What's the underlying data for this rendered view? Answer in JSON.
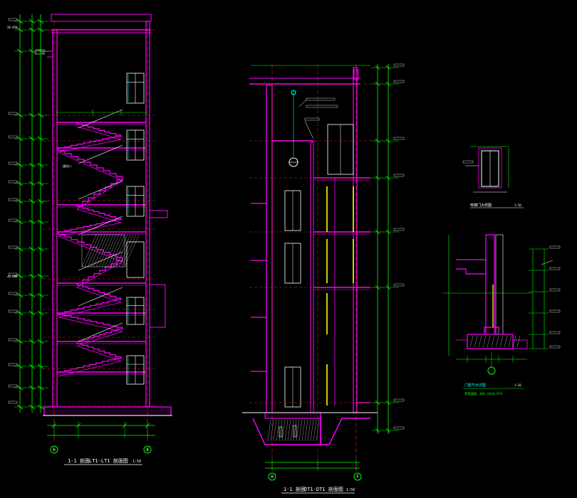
{
  "colors": {
    "background": "#000000",
    "wall": "#ff00ff",
    "dimension": "#00ff00",
    "axis": "#ff3333",
    "text": "#ffffff",
    "annotation": "#00ffff",
    "accent": "#ffff00"
  },
  "section_1": {
    "title": "1-1 剖面",
    "subtitle": "LT1-LT1 剖面图",
    "scale": "1:50",
    "axis_left": "6",
    "axis_right": "8",
    "elev_top": "20.850",
    "elev_mid": "±0.000",
    "note": "通风口"
  },
  "section_2": {
    "title": "1-1 剖面",
    "subtitle": "DT1-DT1 剖面图",
    "scale": "1:50",
    "axis_left": "H",
    "axis_right": "F"
  },
  "detail_1": {
    "title": "电梯门大样图",
    "scale": "1:50"
  },
  "detail_2": {
    "title": "门槛节点详图",
    "scale": "1:20",
    "ref": "参照国标 J08.1010-DT4"
  }
}
